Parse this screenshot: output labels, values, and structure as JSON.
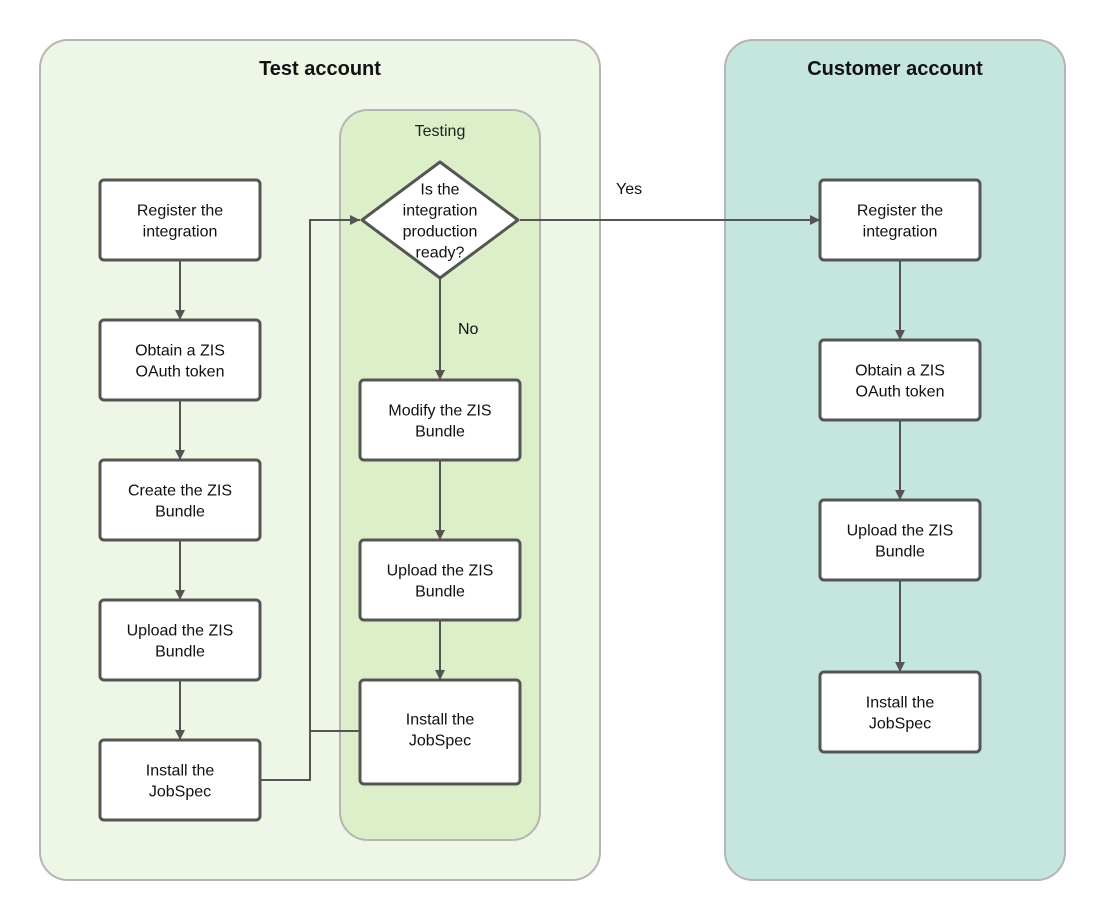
{
  "lanes": {
    "test": {
      "title": "Test account"
    },
    "testing": {
      "title": "Testing"
    },
    "customer": {
      "title": "Customer account"
    }
  },
  "nodes": {
    "t1": {
      "lines": [
        "Register the",
        "integration"
      ]
    },
    "t2": {
      "lines": [
        "Obtain a ZIS",
        "OAuth token"
      ]
    },
    "t3": {
      "lines": [
        "Create the ZIS",
        "Bundle"
      ]
    },
    "t4": {
      "lines": [
        "Upload the ZIS",
        "Bundle"
      ]
    },
    "t5": {
      "lines": [
        "Install the",
        "JobSpec"
      ]
    },
    "decision": {
      "lines": [
        "Is the",
        "integration",
        "production",
        "ready?"
      ]
    },
    "s1": {
      "lines": [
        "Modify the ZIS",
        "Bundle"
      ]
    },
    "s2": {
      "lines": [
        "Upload the ZIS",
        "Bundle"
      ]
    },
    "s3": {
      "lines": [
        "Install the",
        "JobSpec"
      ]
    },
    "c1": {
      "lines": [
        "Register the",
        "integration"
      ]
    },
    "c2": {
      "lines": [
        "Obtain a ZIS",
        "OAuth token"
      ]
    },
    "c3": {
      "lines": [
        "Upload the ZIS",
        "Bundle"
      ]
    },
    "c4": {
      "lines": [
        "Install the",
        "JobSpec"
      ]
    }
  },
  "edge_labels": {
    "yes": "Yes",
    "no": "No"
  },
  "colors": {
    "test_lane_fill": "#eef7e6",
    "testing_lane_fill": "#dcefc8",
    "customer_lane_fill": "#c5e5df",
    "lane_border": "#b5b5b5",
    "node_fill": "#ffffff",
    "node_border": "#555555",
    "edge": "#555555"
  }
}
